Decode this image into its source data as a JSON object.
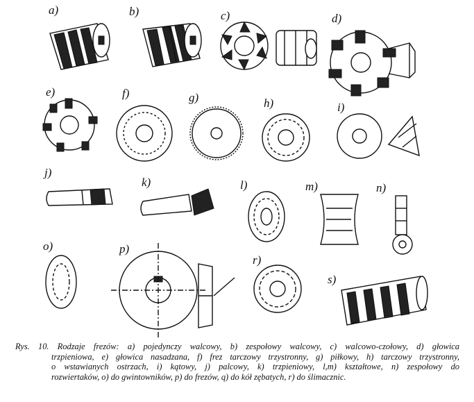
{
  "figure": {
    "labels": {
      "a": "a)",
      "b": "b)",
      "c": "c)",
      "d": "d)",
      "e": "e)",
      "f": "f)",
      "g": "g)",
      "h": "h)",
      "i": "i)",
      "j": "j)",
      "k": "k)",
      "l": "l)",
      "m": "m)",
      "n": "n)",
      "o": "o)",
      "p": "p)",
      "r": "r)",
      "s": "s)"
    },
    "ink_color": "#111111"
  },
  "caption": {
    "line1": "Rys. 10. Rodzaje frezów: a) pojedynczy walcowy, b) zespołowy walcowy, c) walcowo-czołowy, d) głowica",
    "line2": "trzpieniowa, e) głowica nasadzana, f) frez tarczowy trzystronny, g) piłkowy, h) tarczowy trzystronny,",
    "line3": "o wstawianych ostrzach, i) kątowy, j) palcowy, k) trzpieniowy, l,m) kształtowe, n) zespołowy do",
    "line4": "rozwiertaków, o) do gwintowników, p) do frezów, q) do kół zębatych, r) do ślimacznic."
  }
}
